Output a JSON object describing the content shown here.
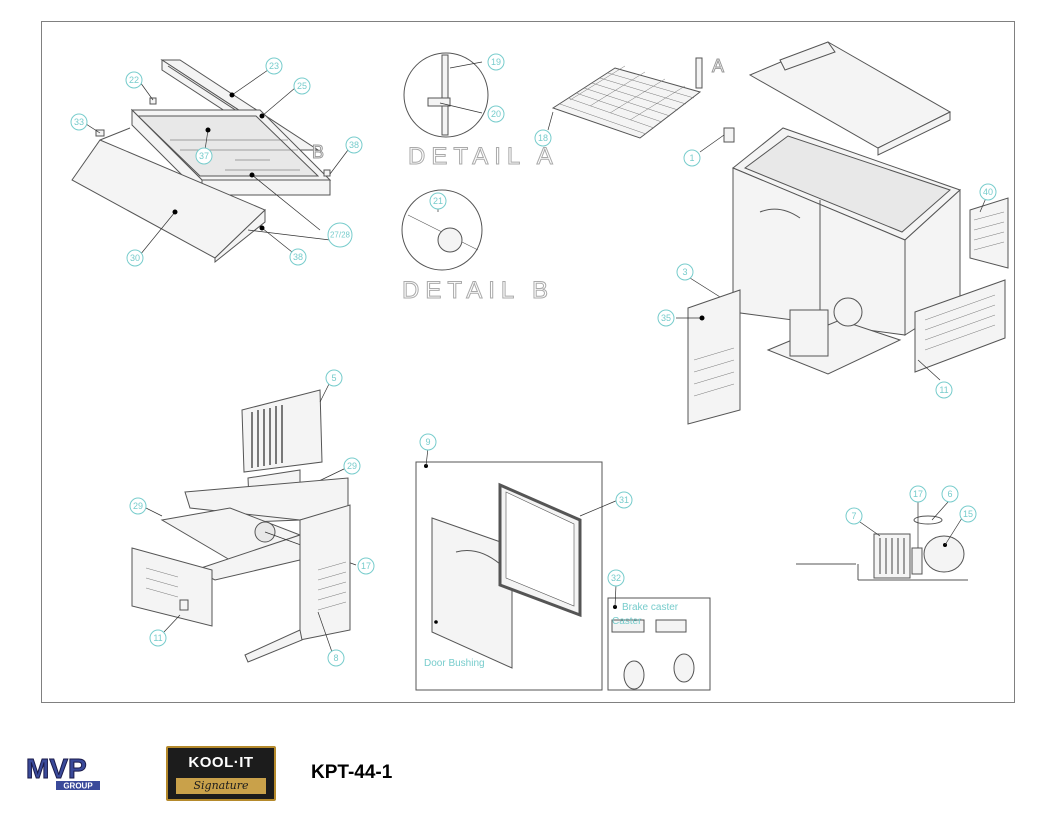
{
  "diagram": {
    "callouts": {
      "c_top_a": "22",
      "c_top_b": "23",
      "c_top_c": "25",
      "c_left": "33",
      "c_mid": "37",
      "c_right": "38",
      "c_low_r": "27/28",
      "c_front": "30",
      "c_front_b": "38",
      "c_detA_top": "19",
      "c_detA_mid": "20",
      "c_detB": "21",
      "c_grid": "18",
      "c_clip": "1",
      "c_grille": "40",
      "c_bracket": "3",
      "c_panel": "35",
      "c_louver": "11",
      "c_condenser": "5",
      "c_fan": "29",
      "c_lcl": "29",
      "c_fanbase": "17",
      "c_lpanel": "11",
      "c_side": "8",
      "c_door": "9",
      "c_gasket": "31",
      "c_caster": "32",
      "c_unit1": "7",
      "c_unit2": "17",
      "c_unit3": "6",
      "c_unit4": "15"
    },
    "labels": {
      "detail_a": "DETAIL A",
      "detail_b": "DETAIL B",
      "letter_a": "A",
      "letter_b": "B",
      "door_bushing": "Door Bushing",
      "brake_caster": "Brake caster",
      "caster": "Caster"
    }
  },
  "footer": {
    "mvp_logo_text": "MVP",
    "mvp_logo_sub": "GROUP",
    "koolit_brand": "KOOL·IT",
    "koolit_sub": "Signature",
    "model": "KPT-44-1"
  },
  "colors": {
    "line": "#555555",
    "callout": "#77cccc",
    "koolit_gold": "#c9a14a",
    "mvp_blue": "#3a4a9a"
  }
}
